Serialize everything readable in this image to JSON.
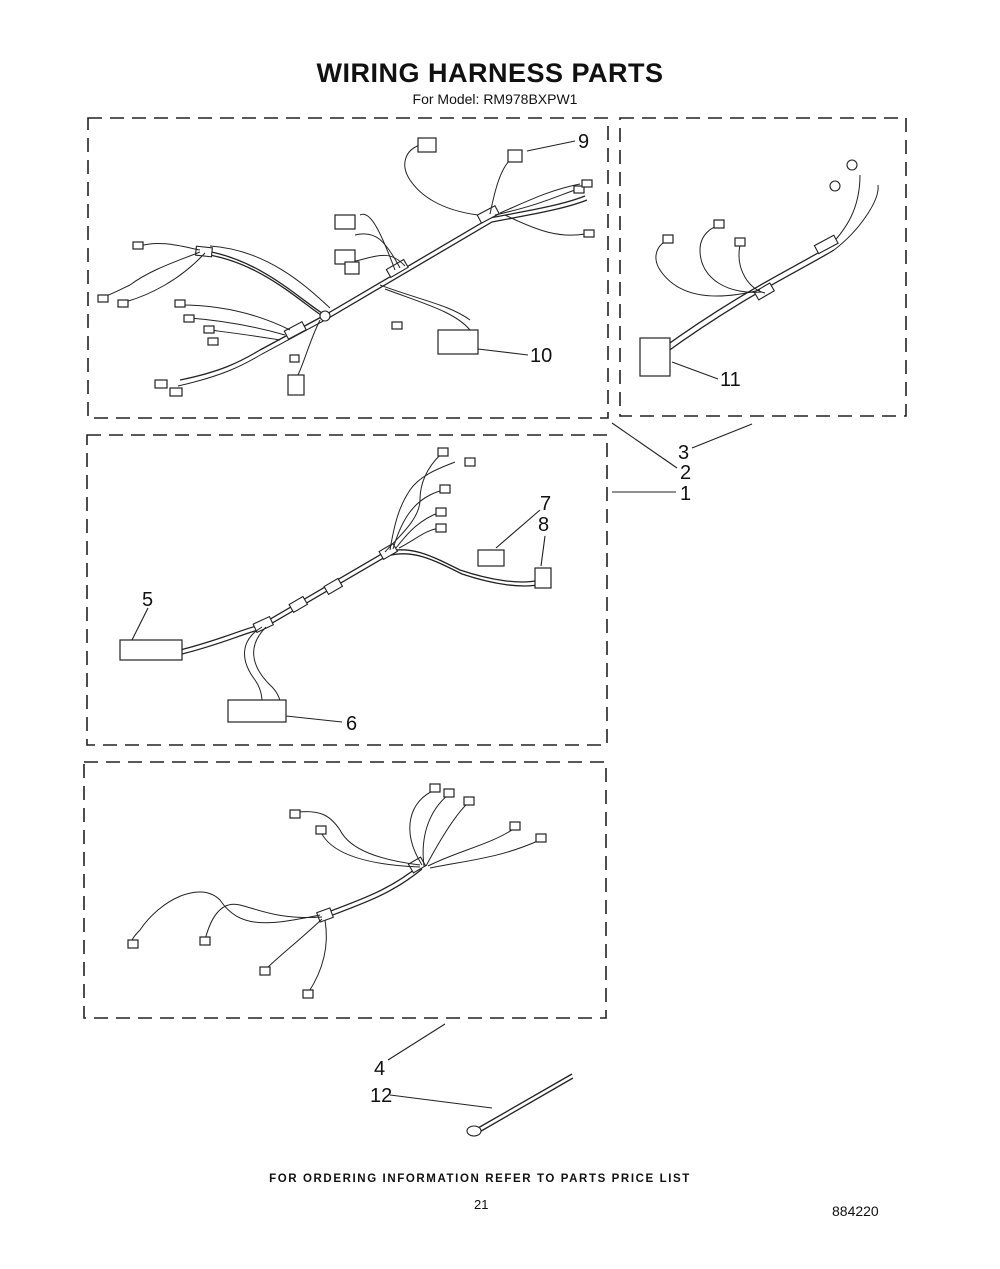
{
  "header": {
    "title": "WIRING HARNESS PARTS",
    "subtitle": "For Model: RM978BXPW1"
  },
  "callouts": {
    "c1": "1",
    "c2": "2",
    "c3": "3",
    "c4": "4",
    "c5": "5",
    "c6": "6",
    "c7": "7",
    "c8": "8",
    "c9": "9",
    "c10": "10",
    "c11": "11",
    "c12": "12"
  },
  "footer": {
    "ordering_note": "FOR ORDERING INFORMATION REFER TO PARTS PRICE LIST",
    "page_number": "21",
    "doc_number": "884220"
  }
}
